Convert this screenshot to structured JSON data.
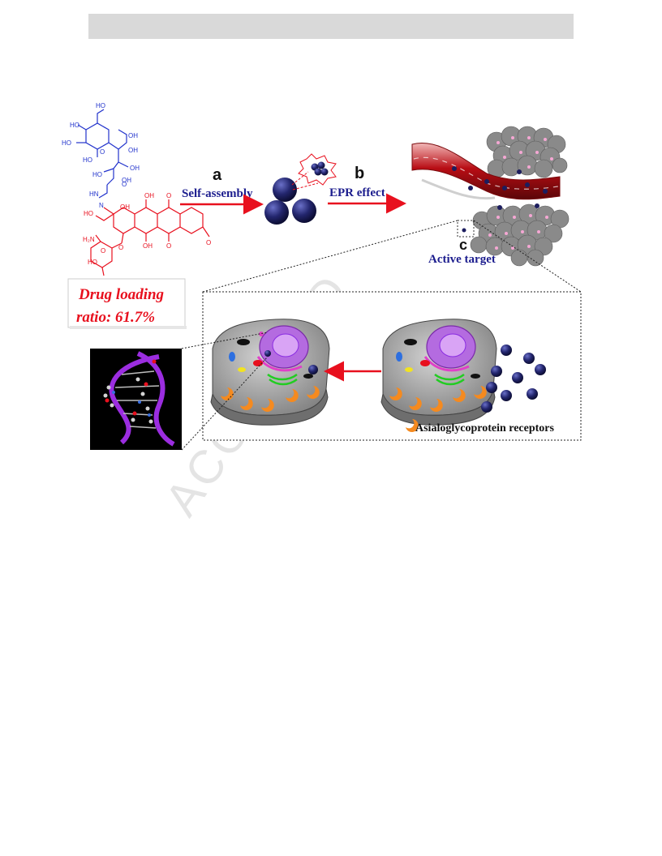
{
  "labels": {
    "step_a": "a",
    "step_b": "b",
    "step_c": "c",
    "self_assembly": "Self-assembly",
    "epr_effect": "EPR effect",
    "active_target": "Active target",
    "drug_loading_line1": "Drug loading",
    "drug_loading_line2": "ratio:  61.7%",
    "receptors_legend": "Asialoglycoprotein receptors"
  },
  "molecule": {
    "ho_1": "HO",
    "ho_2": "HO",
    "ho_3": "HO",
    "ho_4": "HO",
    "oh_1": "OH",
    "oh_2": "OH",
    "oh_3": "OH",
    "oh_4": "OH",
    "ho_5": "HO",
    "o_1": "O",
    "o_2": "O",
    "hn": "HN",
    "n": "N",
    "ho_6": "HO",
    "oh_5": "OH",
    "oh_6": "OH",
    "o_3": "O",
    "o_4": "O",
    "o_5": "O",
    "oh_7": "OH",
    "o_6": "O",
    "h2n": "H₂N",
    "ho_7": "HO",
    "o_7": "O"
  },
  "watermark": "ACCEPTED",
  "colors": {
    "red": "#e8101e",
    "blue_chem": "#2233cc",
    "navy": "#1c1d5e",
    "orange": "#f58a1f",
    "cell_gray": "#8f8f8f",
    "purple": "#8a2be2",
    "green": "#22cc22"
  }
}
